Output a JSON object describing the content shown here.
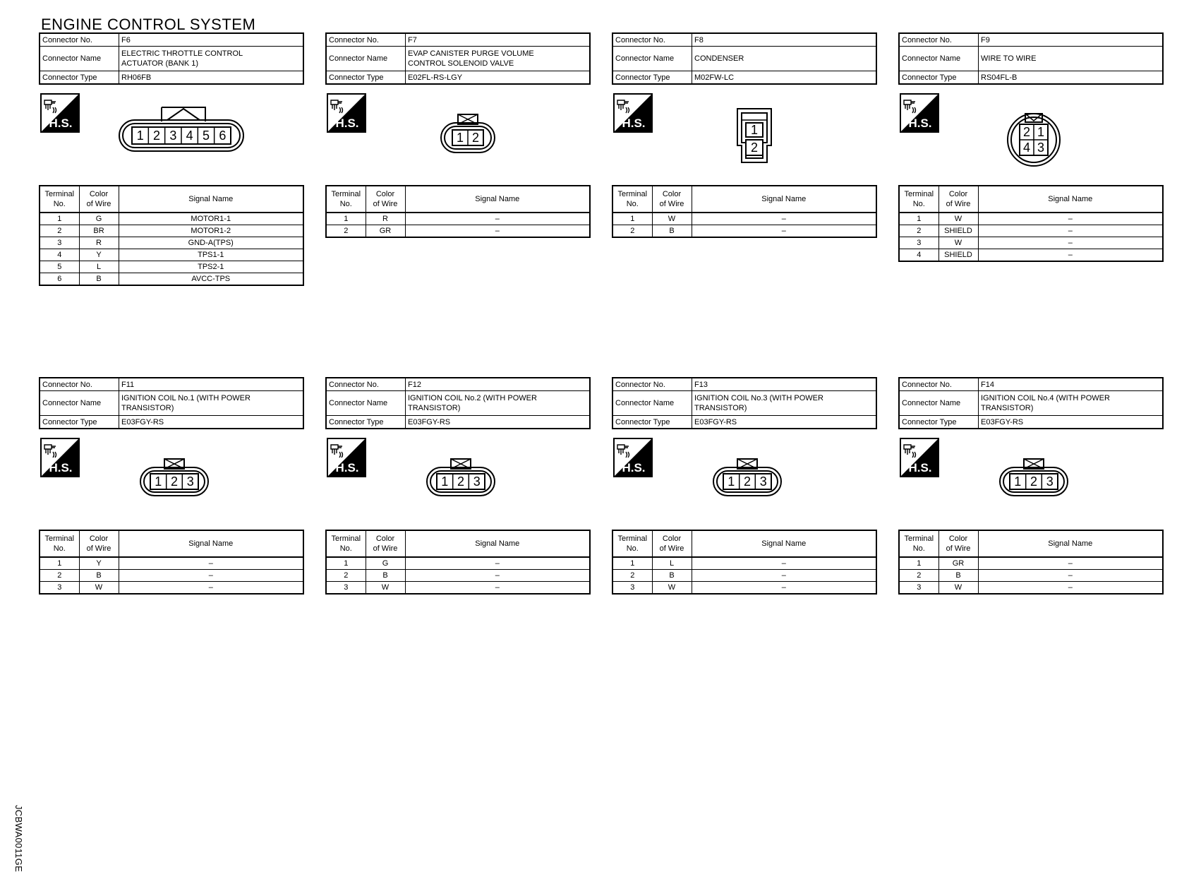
{
  "page_title": "ENGINE CONTROL SYSTEM",
  "labels": {
    "connector_no": "Connector No.",
    "connector_name": "Connector Name",
    "connector_type": "Connector Type",
    "terminal_no_1": "Terminal",
    "terminal_no_2": "No.",
    "color_of_wire_1": "Color",
    "color_of_wire_2": "of Wire",
    "signal_name": "Signal Name",
    "hs": "H.S."
  },
  "connectors": [
    {
      "no": "F6",
      "name_line1": "ELECTRIC THROTTLE CONTROL",
      "name_line2": "ACTUATOR (BANK 1)",
      "type": "RH06FB",
      "shape": "rect6",
      "pins": [
        "1",
        "2",
        "3",
        "4",
        "5",
        "6"
      ],
      "rows": [
        {
          "t": "1",
          "c": "G",
          "s": "MOTOR1-1"
        },
        {
          "t": "2",
          "c": "BR",
          "s": "MOTOR1-2"
        },
        {
          "t": "3",
          "c": "R",
          "s": "GND-A(TPS)"
        },
        {
          "t": "4",
          "c": "Y",
          "s": "TPS1-1"
        },
        {
          "t": "5",
          "c": "L",
          "s": "TPS2-1"
        },
        {
          "t": "6",
          "c": "B",
          "s": "AVCC-TPS"
        }
      ]
    },
    {
      "no": "F7",
      "name_line1": "EVAP CANISTER PURGE VOLUME",
      "name_line2": "CONTROL SOLENOID VALVE",
      "type": "E02FL-RS-LGY",
      "shape": "oval2",
      "pins": [
        "1",
        "2"
      ],
      "rows": [
        {
          "t": "1",
          "c": "R",
          "s": "–"
        },
        {
          "t": "2",
          "c": "GR",
          "s": "–"
        }
      ]
    },
    {
      "no": "F8",
      "name_line1": "CONDENSER",
      "name_line2": "",
      "type": "M02FW-LC",
      "shape": "vert2",
      "pins": [
        "1",
        "2"
      ],
      "rows": [
        {
          "t": "1",
          "c": "W",
          "s": "–"
        },
        {
          "t": "2",
          "c": "B",
          "s": "–"
        }
      ]
    },
    {
      "no": "F9",
      "name_line1": "WIRE TO WIRE",
      "name_line2": "",
      "type": "RS04FL-B",
      "shape": "round4",
      "pins": [
        "2",
        "1",
        "4",
        "3"
      ],
      "rows": [
        {
          "t": "1",
          "c": "W",
          "s": "–"
        },
        {
          "t": "2",
          "c": "SHIELD",
          "s": "–"
        },
        {
          "t": "3",
          "c": "W",
          "s": "–"
        },
        {
          "t": "4",
          "c": "SHIELD",
          "s": "–"
        }
      ]
    },
    {
      "no": "F11",
      "name_line1": "IGNITION COIL No.1 (WITH POWER",
      "name_line2": "TRANSISTOR)",
      "type": "E03FGY-RS",
      "shape": "oval3",
      "pins": [
        "1",
        "2",
        "3"
      ],
      "rows": [
        {
          "t": "1",
          "c": "Y",
          "s": "–"
        },
        {
          "t": "2",
          "c": "B",
          "s": "–"
        },
        {
          "t": "3",
          "c": "W",
          "s": "–"
        }
      ]
    },
    {
      "no": "F12",
      "name_line1": "IGNITION COIL No.2 (WITH POWER",
      "name_line2": "TRANSISTOR)",
      "type": "E03FGY-RS",
      "shape": "oval3",
      "pins": [
        "1",
        "2",
        "3"
      ],
      "rows": [
        {
          "t": "1",
          "c": "G",
          "s": "–"
        },
        {
          "t": "2",
          "c": "B",
          "s": "–"
        },
        {
          "t": "3",
          "c": "W",
          "s": "–"
        }
      ]
    },
    {
      "no": "F13",
      "name_line1": "IGNITION COIL No.3 (WITH POWER",
      "name_line2": "TRANSISTOR)",
      "type": "E03FGY-RS",
      "shape": "oval3",
      "pins": [
        "1",
        "2",
        "3"
      ],
      "rows": [
        {
          "t": "1",
          "c": "L",
          "s": "–"
        },
        {
          "t": "2",
          "c": "B",
          "s": "–"
        },
        {
          "t": "3",
          "c": "W",
          "s": "–"
        }
      ]
    },
    {
      "no": "F14",
      "name_line1": "IGNITION COIL No.4 (WITH POWER",
      "name_line2": "TRANSISTOR)",
      "type": "E03FGY-RS",
      "shape": "oval3",
      "pins": [
        "1",
        "2",
        "3"
      ],
      "rows": [
        {
          "t": "1",
          "c": "GR",
          "s": "–"
        },
        {
          "t": "2",
          "c": "B",
          "s": "–"
        },
        {
          "t": "3",
          "c": "W",
          "s": "–"
        }
      ]
    }
  ],
  "side_code": "JCBWA0011GE"
}
